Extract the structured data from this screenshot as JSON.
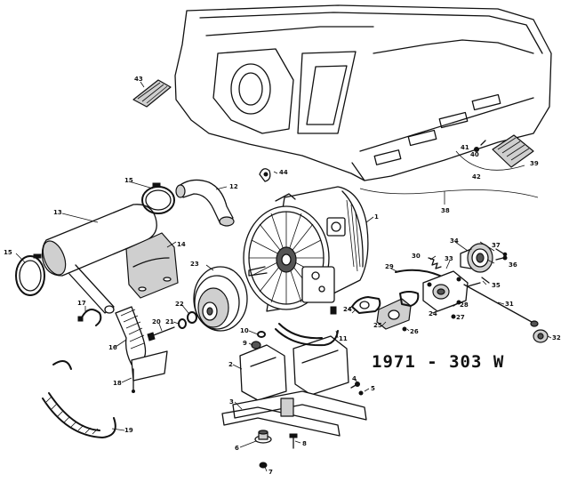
{
  "diagram": {
    "title": "1971 - 303  W",
    "labels": [
      {
        "id": "43",
        "text": "43"
      },
      {
        "id": "44",
        "text": "44"
      },
      {
        "id": "41",
        "text": "41"
      },
      {
        "id": "40",
        "text": "40"
      },
      {
        "id": "39",
        "text": "39"
      },
      {
        "id": "42",
        "text": "42"
      },
      {
        "id": "38",
        "text": "38"
      },
      {
        "id": "15a",
        "text": "15"
      },
      {
        "id": "12",
        "text": "12"
      },
      {
        "id": "13",
        "text": "13"
      },
      {
        "id": "14",
        "text": "14"
      },
      {
        "id": "15b",
        "text": "15"
      },
      {
        "id": "1",
        "text": "1"
      },
      {
        "id": "34",
        "text": "34"
      },
      {
        "id": "37",
        "text": "37"
      },
      {
        "id": "30",
        "text": "30"
      },
      {
        "id": "33",
        "text": "33"
      },
      {
        "id": "36",
        "text": "36"
      },
      {
        "id": "29",
        "text": "29"
      },
      {
        "id": "35",
        "text": "35"
      },
      {
        "id": "23",
        "text": "23"
      },
      {
        "id": "22",
        "text": "22"
      },
      {
        "id": "21",
        "text": "21"
      },
      {
        "id": "20",
        "text": "20"
      },
      {
        "id": "17",
        "text": "17"
      },
      {
        "id": "16",
        "text": "16"
      },
      {
        "id": "18",
        "text": "18"
      },
      {
        "id": "19",
        "text": "19"
      },
      {
        "id": "10",
        "text": "10"
      },
      {
        "id": "9",
        "text": "9"
      },
      {
        "id": "11",
        "text": "11"
      },
      {
        "id": "24a",
        "text": "24"
      },
      {
        "id": "24b",
        "text": "24"
      },
      {
        "id": "25",
        "text": "25"
      },
      {
        "id": "26",
        "text": "26"
      },
      {
        "id": "27",
        "text": "27"
      },
      {
        "id": "28",
        "text": "28"
      },
      {
        "id": "31",
        "text": "31"
      },
      {
        "id": "32",
        "text": "32"
      },
      {
        "id": "2",
        "text": "2"
      },
      {
        "id": "4",
        "text": "4"
      },
      {
        "id": "5",
        "text": "5"
      },
      {
        "id": "3",
        "text": "3"
      },
      {
        "id": "6",
        "text": "6"
      },
      {
        "id": "8",
        "text": "8"
      },
      {
        "id": "7",
        "text": "7"
      }
    ]
  }
}
